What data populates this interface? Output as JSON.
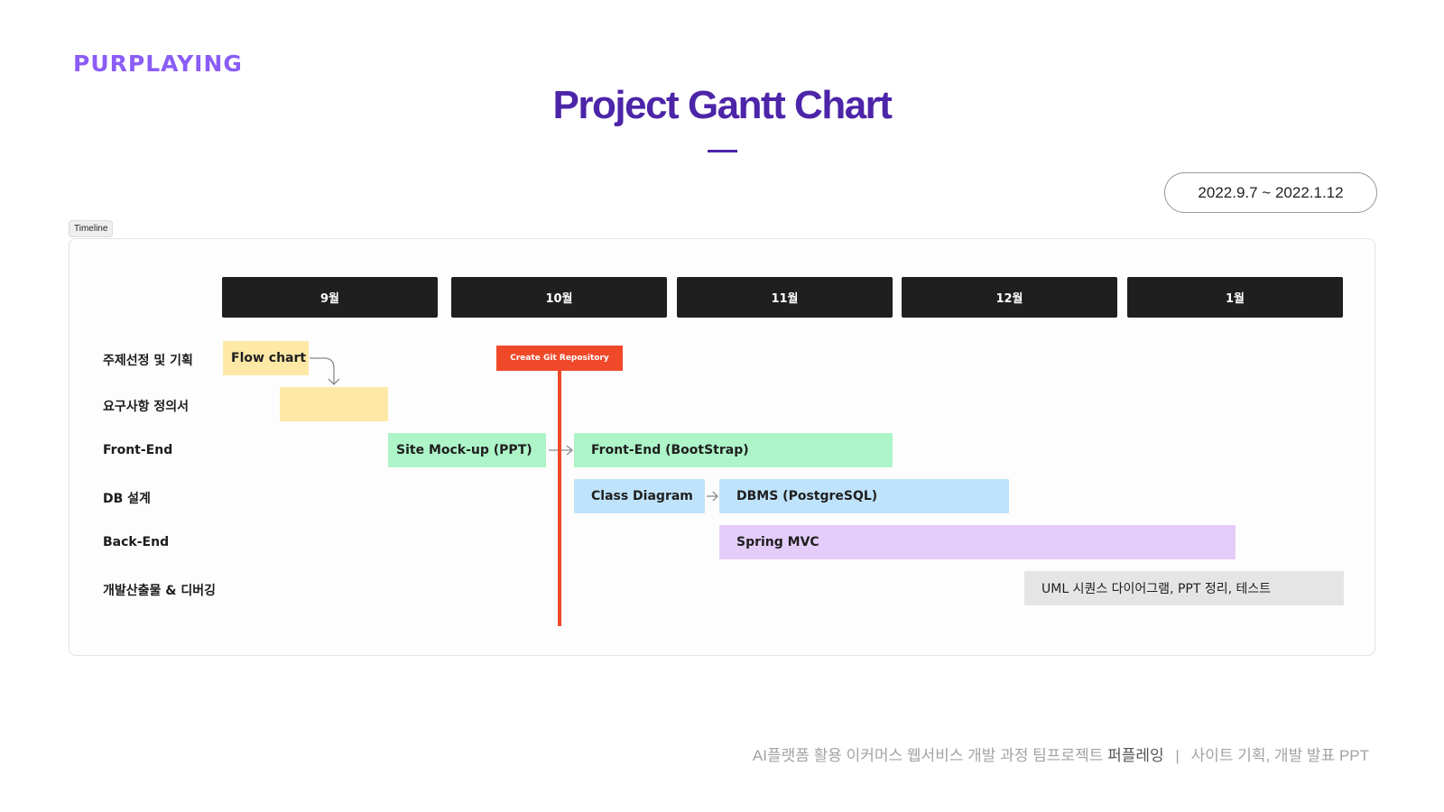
{
  "brand": {
    "logo": "PURPLAYING",
    "accent": "#8b5cf6",
    "title_color": "#4c25a8"
  },
  "header": {
    "title": "Project Gantt Chart",
    "date_range": "2022.9.7 ~ 2022.1.12"
  },
  "timeline_tag": "Timeline",
  "months": [
    "9월",
    "10월",
    "11월",
    "12월",
    "1월"
  ],
  "rows": [
    {
      "label": "주제선정 및 기획"
    },
    {
      "label": "요구사항 정의서"
    },
    {
      "label": "Front-End"
    },
    {
      "label": "DB 설계"
    },
    {
      "label": "Back-End"
    },
    {
      "label": "개발산출물 & 디버깅"
    }
  ],
  "tasks": {
    "flow_chart": "Flow chart",
    "requirements": "",
    "site_mockup": "Site Mock-up (PPT)",
    "frontend_bootstrap": "Front-End (BootStrap)",
    "class_diagram": "Class Diagram",
    "dbms": "DBMS (PostgreSQL)",
    "spring_mvc": "Spring MVC",
    "uml": "UML 시퀀스 다이어그램, PPT 정리, 테스트"
  },
  "milestone": {
    "label": "Create Git Repository",
    "color": "#f0492a"
  },
  "bar_colors": {
    "yellow": "#fde8a6",
    "green": "#adf4c8",
    "blue": "#bfe3fb",
    "purple": "#e4cdfa",
    "gray": "#e5e5e5",
    "month_header": "#1f1f1f"
  },
  "icons": {
    "arrow": "arrow-right-icon",
    "bend_arrow": "arrow-bend-down-icon"
  },
  "footer": {
    "course": "AI플랫폼 활용 이커머스 웹서비스 개발  과정 팀프로젝트",
    "team": "퍼플레잉",
    "separator": "|",
    "doc": "사이트  기획, 개발 발표 PPT"
  }
}
